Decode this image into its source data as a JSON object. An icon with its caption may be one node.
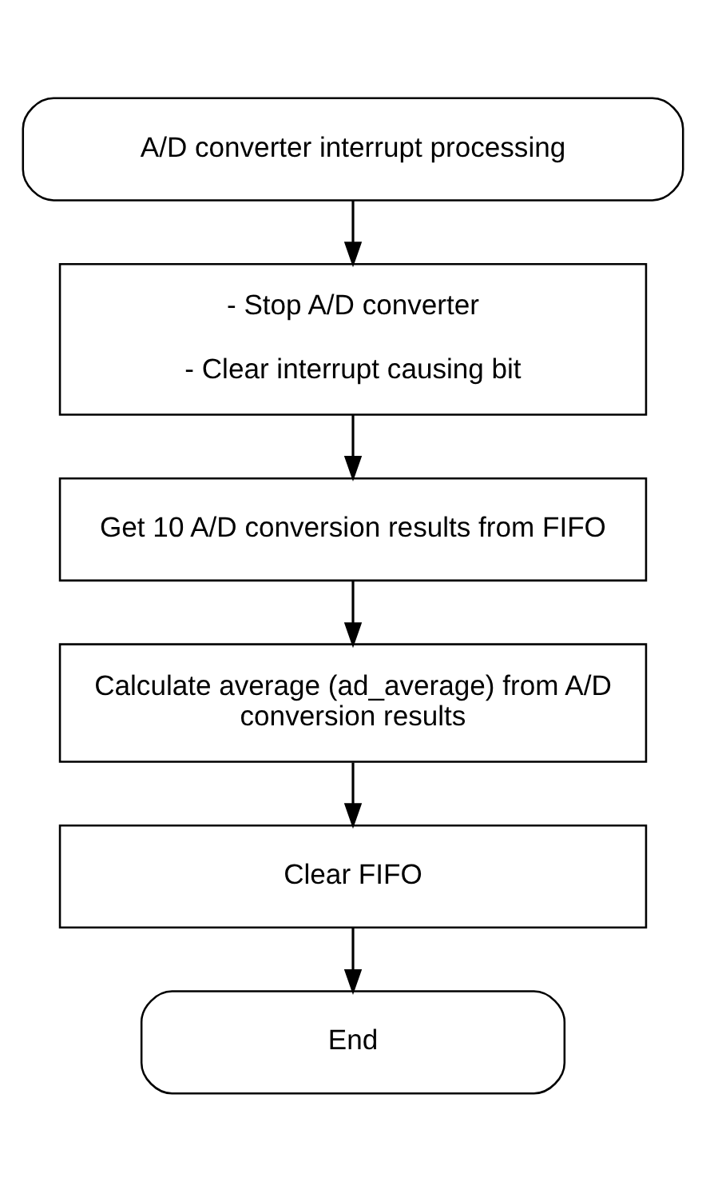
{
  "diagram": {
    "nodes": [
      {
        "text": [
          "A/D converter interrupt processing"
        ]
      },
      {
        "text": [
          "- Stop A/D converter",
          "- Clear interrupt causing bit"
        ]
      },
      {
        "text": [
          "Get 10 A/D conversion results from FIFO"
        ]
      },
      {
        "text": [
          "Calculate average (ad_average) from A/D conversion results"
        ]
      },
      {
        "text": [
          "Clear FIFO"
        ]
      },
      {
        "text": [
          "End"
        ]
      }
    ],
    "edges": [
      {
        "from": 0,
        "to": 1,
        "arrow": "to"
      },
      {
        "from": 1,
        "to": 2,
        "arrow": "to"
      },
      {
        "from": 2,
        "to": 3,
        "arrow": "to"
      },
      {
        "from": 3,
        "to": 4,
        "arrow": "to"
      },
      {
        "from": 4,
        "to": 5,
        "arrow": "to"
      }
    ]
  }
}
